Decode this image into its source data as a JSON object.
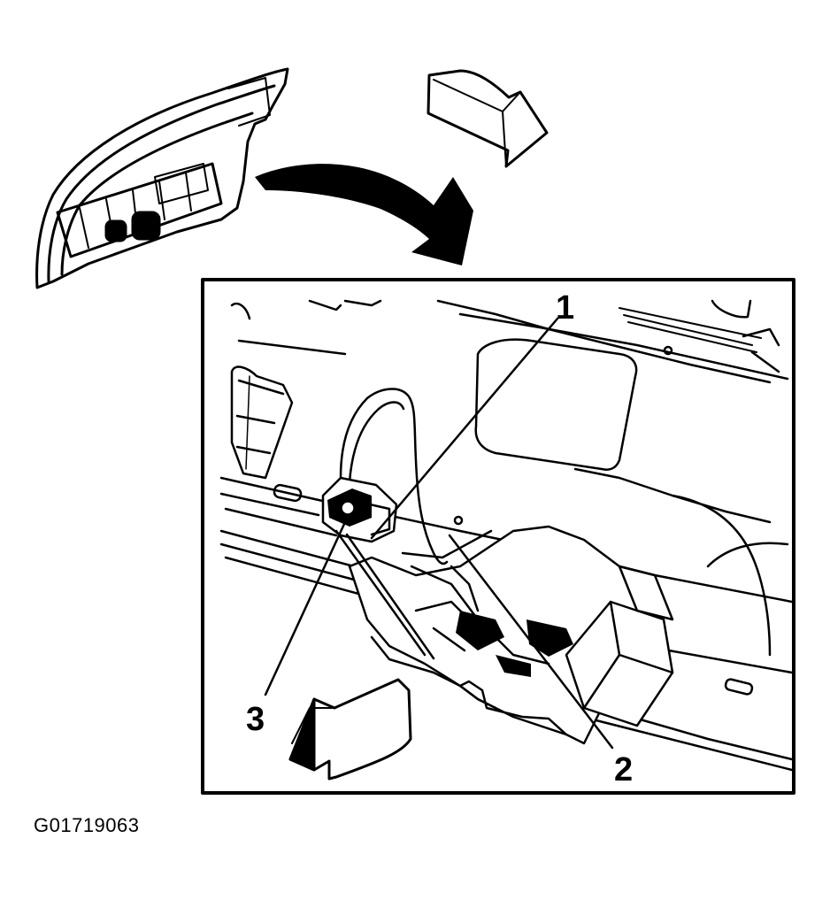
{
  "figure": {
    "id": "G01719063",
    "callouts": [
      {
        "id": "1",
        "label": "1"
      },
      {
        "id": "2",
        "label": "2"
      },
      {
        "id": "3",
        "label": "3"
      }
    ]
  },
  "colors": {
    "line": "#000000",
    "background": "#ffffff"
  },
  "icons": [
    "liftgate-overview",
    "curved-arrow",
    "direction-arrow-up-right",
    "direction-arrow-down-left",
    "detail-frame"
  ]
}
